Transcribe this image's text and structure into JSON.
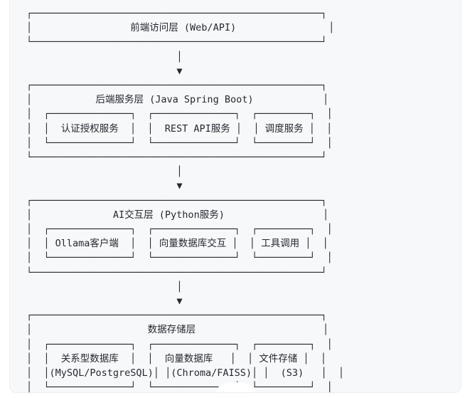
{
  "container": {
    "background": "#f7f8fa",
    "border_color": "#eceef1"
  },
  "diagram": {
    "type": "layered-architecture",
    "style": "unicode-box-drawing",
    "text_color": "#24292f",
    "layers": [
      {
        "id": "frontend",
        "title": "前端访问层 (Web/API)",
        "title_cn": "前端访问层",
        "title_tech": "(Web/API)",
        "children": []
      },
      {
        "id": "backend",
        "title": "后端服务层 (Java Spring Boot)",
        "title_cn": "后端服务层",
        "title_tech": "(Java Spring Boot)",
        "children": [
          {
            "label": "认证授权服务"
          },
          {
            "label": "REST API服务"
          },
          {
            "label": "调度服务"
          }
        ]
      },
      {
        "id": "ai",
        "title": "AI交互层 (Python服务)",
        "title_cn": "AI交互层",
        "title_tech": "(Python服务)",
        "children": [
          {
            "label": "Ollama客户端"
          },
          {
            "label": "向量数据库交互"
          },
          {
            "label": "工具调用"
          }
        ]
      },
      {
        "id": "storage",
        "title": "数据存储层",
        "title_cn": "数据存储层",
        "title_tech": "",
        "children": [
          {
            "label": "关系型数据库",
            "sublabel": "(MySQL/PostgreSQL)"
          },
          {
            "label": "向量数据库",
            "sublabel": "(Chroma/FAISS)"
          },
          {
            "label": "文件存储",
            "sublabel": "(S3)"
          }
        ]
      }
    ],
    "connectors": [
      {
        "from": "frontend",
        "to": "backend",
        "glyph": "▼"
      },
      {
        "from": "backend",
        "to": "ai",
        "glyph": "▼"
      },
      {
        "from": "ai",
        "to": "storage",
        "glyph": "▼"
      }
    ],
    "art": "┌──────────────────────────────────────────────────┐\n│                 前端访问层 (Web/API)                │\n└──────────────────────────────────────────────────┘\n                          │\n                          ▼\n┌──────────────────────────────────────────────────┐\n│           后端服务层 (Java Spring Boot)            │\n│  ┌──────────────┐  ┌──────────────┐  ┌─────────┐  │\n│  │  认证授权服务  │  │  REST API服务 │  │ 调度服务 │  │\n│  └──────────────┘  └──────────────┘  └─────────┘  │\n└──────────────────────────────────────────────────┘\n                          │\n                          ▼\n┌──────────────────────────────────────────────────┐\n│              AI交互层 (Python服务)                 │\n│  ┌──────────────┐  ┌──────────────┐  ┌─────────┐  │\n│  │ Ollama客户端  │  │ 向量数据库交互 │  │ 工具调用 │  │\n│  └──────────────┘  └──────────────┘  └─────────┘  │\n└──────────────────────────────────────────────────┘\n                          │\n                          ▼\n┌──────────────────────────────────────────────────┐\n│                    数据存储层                      │\n│  ┌──────────────┐  ┌──────────────┐  ┌─────────┐  │\n│  │  关系型数据库  │  │  向量数据库   │  │ 文件存储 │  │\n│  │(MySQL/PostgreSQL)│ │(Chroma/FAISS)│ │  (S3)   │  │\n│  └──────────────┘  └──────────────┘  └─────────┘  │\n└──────────────────────────────────────────────────┘"
  }
}
